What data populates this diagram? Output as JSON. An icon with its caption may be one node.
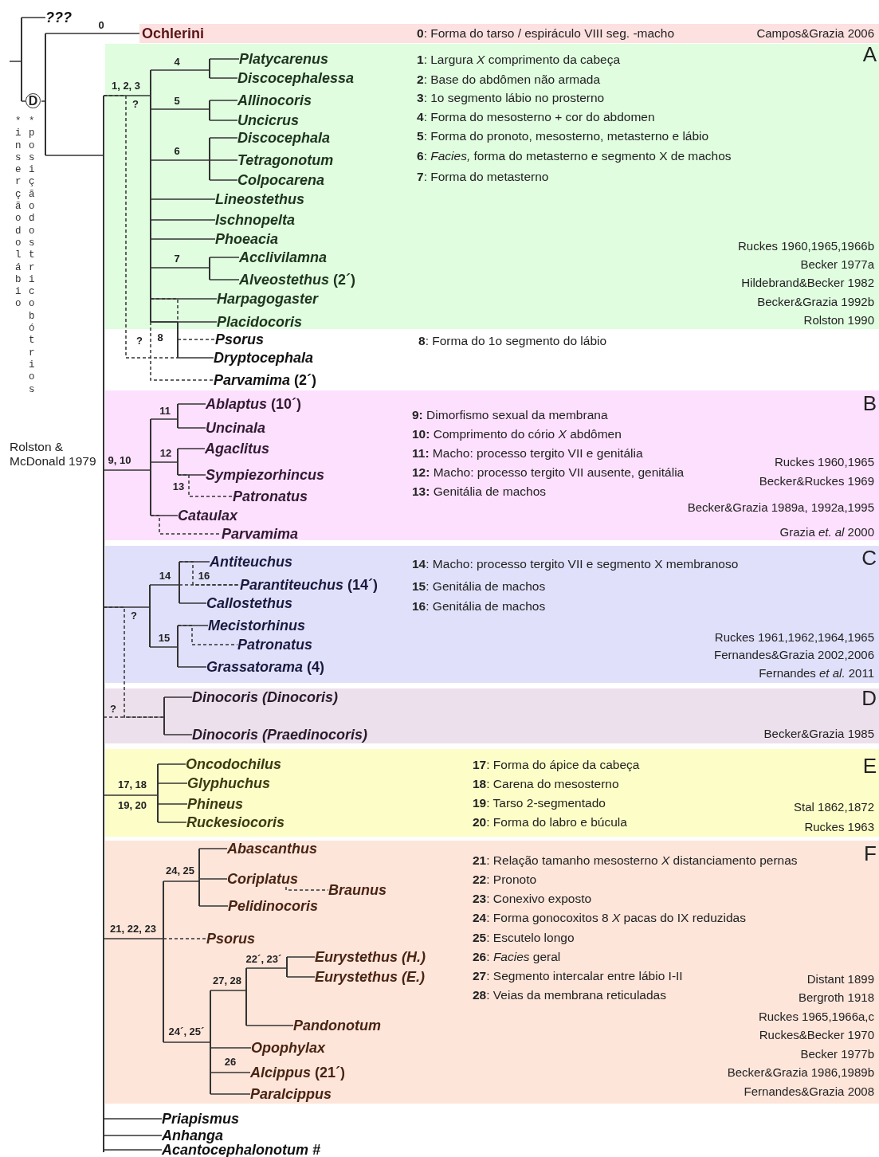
{
  "diagram": {
    "nodes": [
      {
        "text": [
          "???"
        ]
      },
      {
        "text": [],
        "shape": "bar"
      },
      {
        "text": [
          "D"
        ],
        "beside": [
          "*inserção do lábio",
          "*posição dos tricobótrios"
        ]
      },
      {
        "text": [],
        "shape": "bar"
      },
      {
        "text": [
          "Ochlerini",
          "**0**: Forma do tarso / espiráculo VIII seg. -macho",
          "Campos&Grazia 2006"
        ]
      },
      {
        "text": [],
        "shape": "bar"
      },
      {
        "text": [
          "A",
          "**1**: Largura *X* comprimento da cabeça",
          "**2**: Base do abdômen não armada",
          "**3**: 1o segmento lábio no prosterno",
          "**4**: Forma do mesosterno + cor do abdomen",
          "**5**: Forma do pronoto, mesosterno, metasterno e lábio",
          "**6**: *Facies,* forma do metasterno e segmento X de machos",
          "**7**: Forma do metasterno",
          "Ruckes 1960,1965,1966b",
          "Becker 1977a",
          "Hildebrand&Becker 1982",
          "Becker&Grazia 1992b",
          "Rolston 1990"
        ]
      },
      {
        "text": [],
        "shape": "bar",
        "in": 6
      },
      {
        "text": [],
        "shape": "bar",
        "in": 6
      },
      {
        "text": [
          "Platycarenus"
        ],
        "in": 6
      },
      {
        "text": [
          "Discocephalessa"
        ],
        "in": 6
      },
      {
        "text": [],
        "shape": "bar",
        "in": 6
      },
      {
        "text": [
          "Allinocoris"
        ],
        "in": 6
      },
      {
        "text": [
          "Uncicrus"
        ],
        "in": 6
      },
      {
        "text": [],
        "shape": "bar",
        "in": 6
      },
      {
        "text": [
          "Discocephala"
        ],
        "in": 6
      },
      {
        "text": [
          "Tetragonotum"
        ],
        "in": 6
      },
      {
        "text": [
          "Colpocarena"
        ],
        "in": 6
      },
      {
        "text": [
          "Lineostethus"
        ],
        "in": 6
      },
      {
        "text": [
          "Ischnopelta"
        ],
        "in": 6
      },
      {
        "text": [
          "Phoeacia"
        ],
        "in": 6
      },
      {
        "text": [],
        "shape": "bar",
        "in": 6
      },
      {
        "text": [
          "Acclivilamna"
        ],
        "in": 6
      },
      {
        "text": [
          "*Alveostethus* (2´)"
        ],
        "in": 6
      },
      {
        "text": [
          "Harpagogaster"
        ],
        "in": 6
      },
      {
        "text": [
          "Placidocoris"
        ],
        "in": 6
      },
      {
        "text": [],
        "shape": "bar"
      },
      {
        "text": [
          "Psorus"
        ]
      },
      {
        "text": [
          "Dryptocephala"
        ]
      },
      {
        "text": [
          "*Parvamima* (2´)"
        ]
      },
      {
        "text": [
          "B",
          "**9:** Dimorfismo sexual da membrana",
          "**10:** Comprimento do cório *X* abdômen",
          "**11:** Macho: processo tergito VII e genitália",
          "**12:** Macho: processo tergito VII ausente, genitália",
          "**13:** Genitália de machos",
          "Ruckes 1960,1965",
          "Becker&Ruckes 1969",
          "Becker&Grazia 1989a, 1992a,1995",
          "Grazia *et. al* 2000"
        ]
      },
      {
        "text": [],
        "shape": "bar",
        "in": 30
      },
      {
        "text": [],
        "shape": "bar",
        "in": 30
      },
      {
        "text": [
          "*Ablaptus* (10´)"
        ],
        "in": 30
      },
      {
        "text": [
          "Uncinala"
        ],
        "in": 30
      },
      {
        "text": [],
        "shape": "bar",
        "in": 30
      },
      {
        "text": [
          "Agaclitus"
        ],
        "in": 30
      },
      {
        "text": [
          "Sympiezorhincus"
        ],
        "in": 30
      },
      {
        "text": [
          "Patronatus"
        ],
        "in": 30
      },
      {
        "text": [
          "Cataulax"
        ],
        "in": 30
      },
      {
        "text": [
          "Parvamima"
        ],
        "in": 30
      },
      {
        "text": [
          "C",
          "**14**: Macho: processo tergito VII e segmento X membranoso",
          "**15**: Genitália de machos",
          "**16**: Genitália de machos",
          "Ruckes 1961,1962,1964,1965",
          "Fernandes&Grazia 2002,2006",
          "Fernandes *et al.* 2011"
        ]
      },
      {
        "text": [],
        "shape": "bar",
        "in": 41
      },
      {
        "text": [],
        "shape": "bar",
        "in": 41
      },
      {
        "text": [
          "Antiteuchus"
        ],
        "in": 41
      },
      {
        "text": [
          "*Parantiteuchus* (14´)"
        ],
        "in": 41
      },
      {
        "text": [
          "Callostethus"
        ],
        "in": 41
      },
      {
        "text": [],
        "shape": "bar",
        "in": 41
      },
      {
        "text": [
          "Mecistorhinus"
        ],
        "in": 41
      },
      {
        "text": [
          "Patronatus"
        ],
        "in": 41
      },
      {
        "text": [
          "*Grassatorama* (4)"
        ],
        "in": 41
      },
      {
        "text": [
          "D",
          "Becker&Grazia 1985"
        ]
      },
      {
        "text": [],
        "shape": "bar",
        "in": 51
      },
      {
        "text": [
          "Dinocoris (Dinocoris)"
        ],
        "in": 51
      },
      {
        "text": [
          "Dinocoris (Praedinocoris)"
        ],
        "in": 51
      },
      {
        "text": [
          "E",
          "**17**: Forma do ápice da cabeça",
          "**18**: Carena do mesosterno",
          "**19**: Tarso 2-segmentado",
          "**20**: Forma do labro e búcula",
          "Stal 1862,1872",
          "Ruckes 1963"
        ]
      },
      {
        "text": [],
        "shape": "bar",
        "in": 55
      },
      {
        "text": [
          "Oncodochilus"
        ],
        "in": 55
      },
      {
        "text": [
          "Glyphuchus"
        ],
        "in": 55
      },
      {
        "text": [
          "Phineus"
        ],
        "in": 55
      },
      {
        "text": [
          "Ruckesiocoris"
        ],
        "in": 55
      },
      {
        "text": [
          "F",
          "**21**: Relação tamanho mesosterno *X* distanciamento pernas",
          "**22**: Pronoto",
          "**23**: Conexivo exposto",
          "**24**: Forma gonocoxitos 8 *X* pacas do IX reduzidas",
          "**25**: Escutelo longo",
          "**26**: *Facies* geral",
          "**27**: Segmento intercalar entre lábio I-II",
          "**28**: Veias da membrana reticuladas",
          "Distant 1899",
          "Bergroth 1918",
          "Ruckes 1965,1966a,c",
          "Ruckes&Becker 1970",
          "Becker 1977b",
          "Becker&Grazia 1986,1989b",
          "Fernandes&Grazia 2008"
        ]
      },
      {
        "text": [],
        "shape": "bar",
        "in": 61
      },
      {
        "text": [],
        "shape": "bar",
        "in": 61
      },
      {
        "text": [
          "Abascanthus"
        ],
        "in": 61
      },
      {
        "text": [
          "Coriplatus"
        ],
        "in": 61
      },
      {
        "text": [
          "Braunus"
        ],
        "in": 61
      },
      {
        "text": [
          "Pelidinocoris"
        ],
        "in": 61
      },
      {
        "text": [
          "Psorus"
        ],
        "in": 61
      },
      {
        "text": [],
        "shape": "bar",
        "in": 61
      },
      {
        "text": [],
        "shape": "bar",
        "in": 61
      },
      {
        "text": [],
        "shape": "bar",
        "in": 61
      },
      {
        "text": [
          "Eurystethus (H.)"
        ],
        "in": 61
      },
      {
        "text": [
          "Eurystethus (E.)"
        ],
        "in": 61
      },
      {
        "text": [
          "Pandonotum"
        ],
        "in": 61
      },
      {
        "text": [
          "Opophylax"
        ],
        "in": 61
      },
      {
        "text": [
          "*Alcippus* (21´)"
        ],
        "in": 61
      },
      {
        "text": [
          "Paralcippus"
        ],
        "in": 61
      },
      {
        "text": [
          "Priapismus"
        ]
      },
      {
        "text": [
          "Anhanga"
        ]
      },
      {
        "text": [
          "Acantocephalonotum #"
        ]
      }
    ],
    "edges": [
      {
        "from": null,
        "to": 1,
        "arrow": "none"
      },
      {
        "from": 1,
        "to": 0,
        "arrow": "none"
      },
      {
        "from": 1,
        "to": 2,
        "arrow": "none"
      },
      {
        "from": 2,
        "to": 3,
        "arrow": "none"
      },
      {
        "from": 3,
        "to": 4,
        "arrow": "none",
        "label": "0"
      },
      {
        "from": 3,
        "to": 5,
        "arrow": "none"
      },
      {
        "from": 5,
        "to": 7,
        "arrow": "none",
        "label": "1, 2, 3"
      },
      {
        "from": 5,
        "to": 26,
        "arrow": "none",
        "label": "?",
        "style": "dashed"
      },
      {
        "from": 7,
        "to": 8,
        "arrow": "none",
        "label": "4"
      },
      {
        "from": 8,
        "to": 9,
        "arrow": "none"
      },
      {
        "from": 8,
        "to": 10,
        "arrow": "none"
      },
      {
        "from": 7,
        "to": 11,
        "arrow": "none",
        "label": "5"
      },
      {
        "from": 11,
        "to": 12,
        "arrow": "none"
      },
      {
        "from": 11,
        "to": 13,
        "arrow": "none"
      },
      {
        "from": 7,
        "to": 14,
        "arrow": "none",
        "label": "6"
      },
      {
        "from": 14,
        "to": 15,
        "arrow": "none"
      },
      {
        "from": 14,
        "to": 16,
        "arrow": "none"
      },
      {
        "from": 14,
        "to": 17,
        "arrow": "none"
      },
      {
        "from": 7,
        "to": 18,
        "arrow": "none"
      },
      {
        "from": 7,
        "to": 19,
        "arrow": "none"
      },
      {
        "from": 7,
        "to": 20,
        "arrow": "none"
      },
      {
        "from": 7,
        "to": 21,
        "arrow": "none",
        "label": "7"
      },
      {
        "from": 21,
        "to": 22,
        "arrow": "none"
      },
      {
        "from": 21,
        "to": 23,
        "arrow": "none"
      },
      {
        "from": 7,
        "to": 24,
        "arrow": "none"
      },
      {
        "from": 7,
        "to": 25,
        "arrow": "none"
      },
      {
        "from": 7,
        "to": 26,
        "arrow": "none"
      },
      {
        "from": 7,
        "to": 26,
        "arrow": "none",
        "style": "dashed"
      },
      {
        "from": 26,
        "to": 27,
        "arrow": "none",
        "label": "8",
        "style": "dashed"
      },
      {
        "from": 26,
        "to": 28,
        "arrow": "none"
      },
      {
        "from": 7,
        "to": 29,
        "arrow": "none",
        "style": "dashed"
      },
      {
        "from": 5,
        "to": 31,
        "arrow": "none",
        "label": "9, 10"
      },
      {
        "from": 31,
        "to": 32,
        "arrow": "none",
        "label": "11"
      },
      {
        "from": 32,
        "to": 33,
        "arrow": "none"
      },
      {
        "from": 32,
        "to": 34,
        "arrow": "none"
      },
      {
        "from": 31,
        "to": 35,
        "arrow": "none",
        "label": "12"
      },
      {
        "from": 35,
        "to": 36,
        "arrow": "none"
      },
      {
        "from": 35,
        "to": 37,
        "arrow": "none"
      },
      {
        "from": 35,
        "to": 38,
        "arrow": "none",
        "label": "13",
        "style": "dashed"
      },
      {
        "from": 31,
        "to": 39,
        "arrow": "none"
      },
      {
        "from": 31,
        "to": 40,
        "arrow": "none",
        "style": "dashed"
      },
      {
        "from": 5,
        "to": 42,
        "arrow": "none"
      },
      {
        "from": 42,
        "to": 43,
        "arrow": "none",
        "label": "14"
      },
      {
        "from": 43,
        "to": 44,
        "arrow": "none"
      },
      {
        "from": 43,
        "to": 45,
        "arrow": "none",
        "style": "dashed"
      },
      {
        "from": 43,
        "to": 45,
        "arrow": "none",
        "label": "16",
        "style": "dashed"
      },
      {
        "from": 43,
        "to": 46,
        "arrow": "none"
      },
      {
        "from": 42,
        "to": 47,
        "arrow": "none",
        "label": "15"
      },
      {
        "from": 47,
        "to": 48,
        "arrow": "none"
      },
      {
        "from": 47,
        "to": 49,
        "arrow": "none",
        "style": "dashed"
      },
      {
        "from": 47,
        "to": 50,
        "arrow": "none"
      },
      {
        "from": 5,
        "to": 52,
        "arrow": "none",
        "label": "?",
        "style": "dashed"
      },
      {
        "from": 5,
        "to": 52,
        "arrow": "none",
        "label": "?",
        "style": "dashed"
      },
      {
        "from": 52,
        "to": 53,
        "arrow": "none"
      },
      {
        "from": 52,
        "to": 54,
        "arrow": "none"
      },
      {
        "from": 5,
        "to": 56,
        "arrow": "none",
        "label": "17, 18"
      },
      {
        "from": 56,
        "to": 57,
        "arrow": "none"
      },
      {
        "from": 56,
        "to": 58,
        "arrow": "none"
      },
      {
        "from": 56,
        "to": 59,
        "arrow": "none"
      },
      {
        "from": 56,
        "to": 60,
        "arrow": "none"
      },
      {
        "from": 5,
        "to": 62,
        "arrow": "none",
        "label": "21, 22, 23"
      },
      {
        "from": 62,
        "to": 63,
        "arrow": "none",
        "label": "24, 25"
      },
      {
        "from": 63,
        "to": 64,
        "arrow": "none"
      },
      {
        "from": 63,
        "to": 65,
        "arrow": "none"
      },
      {
        "from": 63,
        "to": 67,
        "arrow": "none"
      },
      {
        "from": 65,
        "to": 66,
        "arrow": "none",
        "style": "dashed"
      },
      {
        "from": 62,
        "to": 68,
        "arrow": "none",
        "style": "dashed"
      },
      {
        "from": 62,
        "to": 69,
        "arrow": "none",
        "label": "24´, 25´"
      },
      {
        "from": 69,
        "to": 70,
        "arrow": "none",
        "label": "27, 28"
      },
      {
        "from": 70,
        "to": 71,
        "arrow": "none",
        "label": "22´, 23´"
      },
      {
        "from": 71,
        "to": 72,
        "arrow": "none"
      },
      {
        "from": 71,
        "to": 73,
        "arrow": "none"
      },
      {
        "from": 70,
        "to": 74,
        "arrow": "none"
      },
      {
        "from": 69,
        "to": 75,
        "arrow": "none"
      },
      {
        "from": 69,
        "to": 76,
        "arrow": "none",
        "label": "26"
      },
      {
        "from": 69,
        "to": 77,
        "arrow": "none"
      },
      {
        "from": 5,
        "to": 78,
        "arrow": "none"
      },
      {
        "from": 5,
        "to": 79,
        "arrow": "none"
      },
      {
        "from": 5,
        "to": 80,
        "arrow": "none"
      }
    ],
    "labels": [
      "?",
      "**8**: Forma do 1o segmento do lábio",
      "Rolston & McDonald 1979",
      "19, 20"
    ]
  }
}
